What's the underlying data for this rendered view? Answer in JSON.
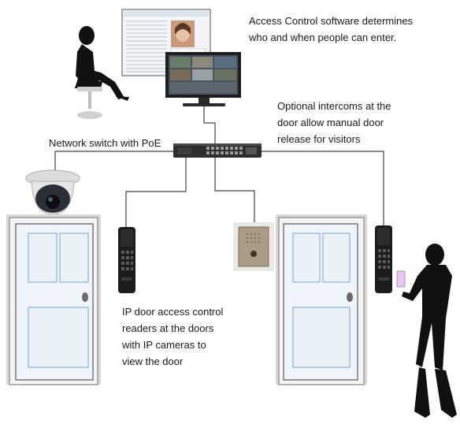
{
  "captions": {
    "software": [
      "Access Control software determines",
      "who and when people can enter."
    ],
    "intercom": [
      "Optional intercoms at the",
      "door allow manual door",
      "release for visitors"
    ],
    "switch": "Network switch with PoE",
    "readers": [
      "IP door access control",
      "readers at the doors",
      "with IP cameras to",
      "view the door"
    ]
  },
  "colors": {
    "line": "#444444",
    "door_frame": "#9a9a9a",
    "door_fill": "#eaf2f8",
    "panel_stroke": "#8fb5d6",
    "reader": "#1c1c1c",
    "switch_body": "#2e2e2e",
    "silhouette": "#111111"
  },
  "icons": [
    "seated-woman-silhouette",
    "computer-monitor-icon",
    "network-switch-icon",
    "dome-camera-icon",
    "door-icon",
    "card-reader-icon",
    "intercom-icon",
    "standing-woman-silhouette",
    "access-card-icon"
  ]
}
